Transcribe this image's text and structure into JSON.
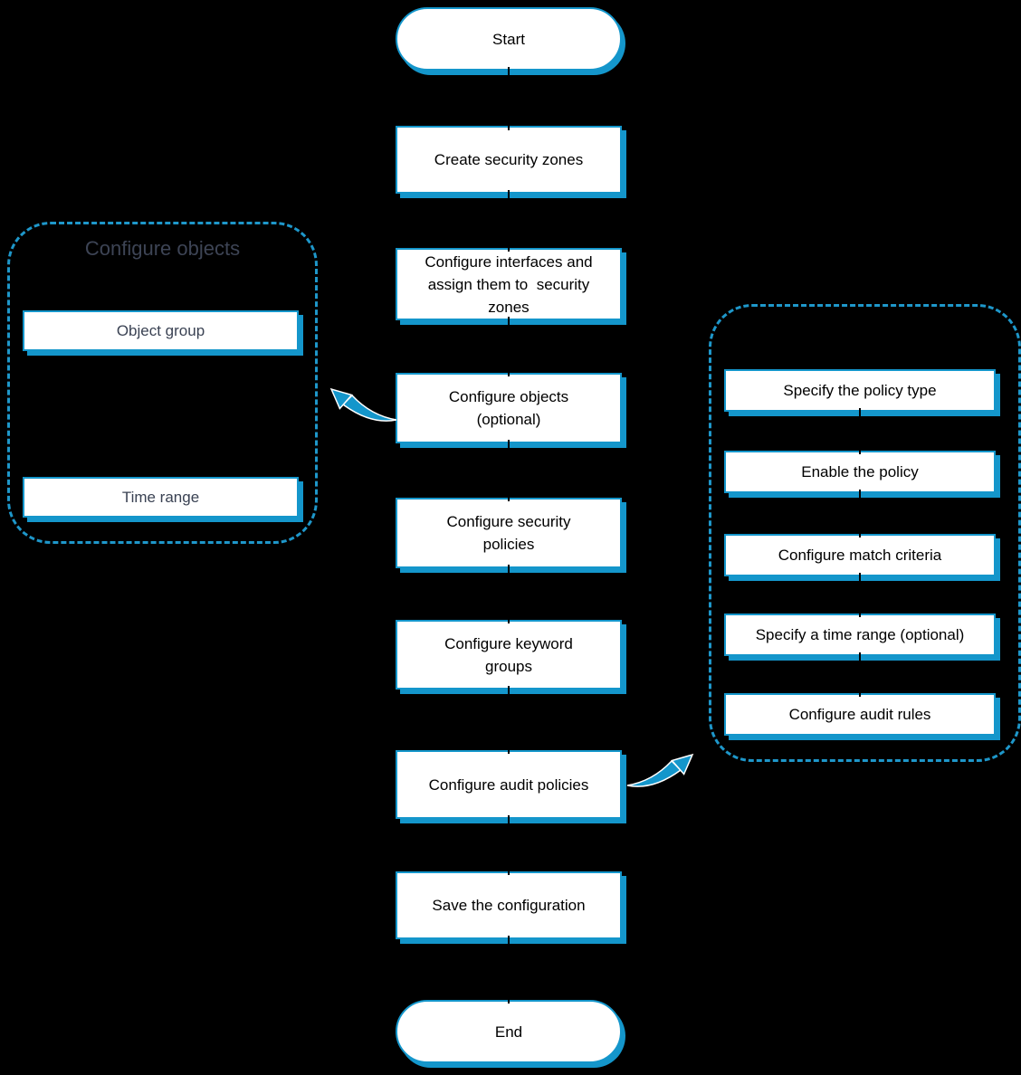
{
  "colors": {
    "background": "#000000",
    "accent_blue": "#1496cb",
    "box_fill": "#ffffff",
    "mid_text": "#000000",
    "side_text": "#3a4253",
    "group_title_text": "#3d4455"
  },
  "flow": {
    "start_label": "Start",
    "steps": [
      "Create security zones",
      "Configure interfaces and\nassign them to  security\nzones",
      "Configure objects\n(optional)",
      "Configure security\npolicies",
      "Configure keyword\ngroups",
      "Configure audit policies",
      "Save the configuration"
    ],
    "end_label": "End"
  },
  "left_group": {
    "title": "Configure objects",
    "items": [
      "Object group",
      "Time range"
    ]
  },
  "right_group": {
    "items": [
      "Specify the policy type",
      "Enable the policy",
      "Configure match criteria",
      "Specify a time range (optional)",
      "Configure audit rules"
    ]
  }
}
